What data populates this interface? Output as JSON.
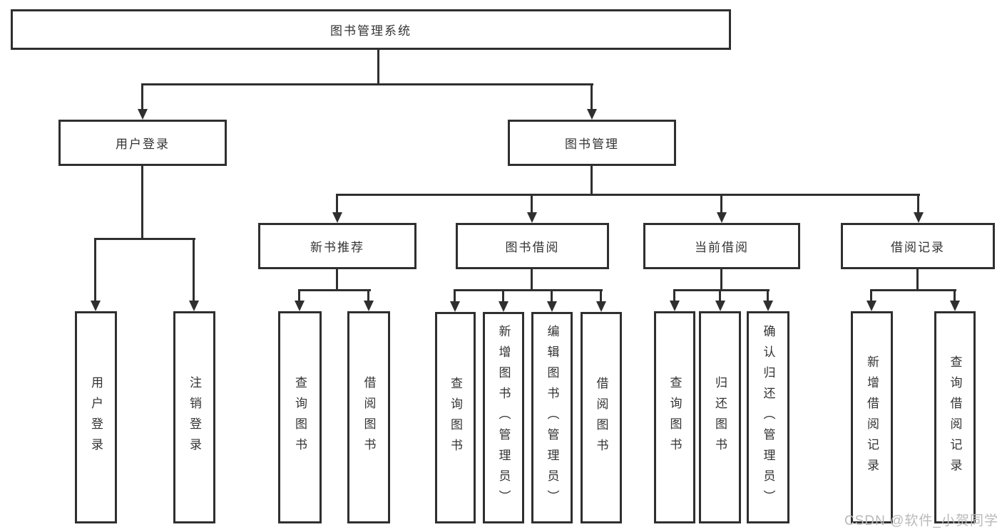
{
  "diagram_type": "hierarchy-tree",
  "colors": {
    "line": "#2f2f2f",
    "text": "#333333",
    "background": "#ffffff",
    "watermark": "#b9b9b9"
  },
  "tree": {
    "label": "图书管理系统",
    "children": [
      {
        "label": "用户登录",
        "children": [
          {
            "label": "用户登录"
          },
          {
            "label": "注销登录"
          }
        ]
      },
      {
        "label": "图书管理",
        "children": [
          {
            "label": "新书推荐",
            "children": [
              {
                "label": "查询图书"
              },
              {
                "label": "借阅图书"
              }
            ]
          },
          {
            "label": "图书借阅",
            "children": [
              {
                "label": "查询图书"
              },
              {
                "label": "新增图书（管理员）"
              },
              {
                "label": "编辑图书（管理员）"
              },
              {
                "label": "借阅图书"
              }
            ]
          },
          {
            "label": "当前借阅",
            "children": [
              {
                "label": "查询图书"
              },
              {
                "label": "归还图书"
              },
              {
                "label": "确认归还（管理员）"
              }
            ]
          },
          {
            "label": "借阅记录",
            "children": [
              {
                "label": "新增借阅记录"
              },
              {
                "label": "查询借阅记录"
              }
            ]
          }
        ]
      }
    ]
  },
  "watermark": {
    "text": "CSDN @软件_小贺同学"
  }
}
